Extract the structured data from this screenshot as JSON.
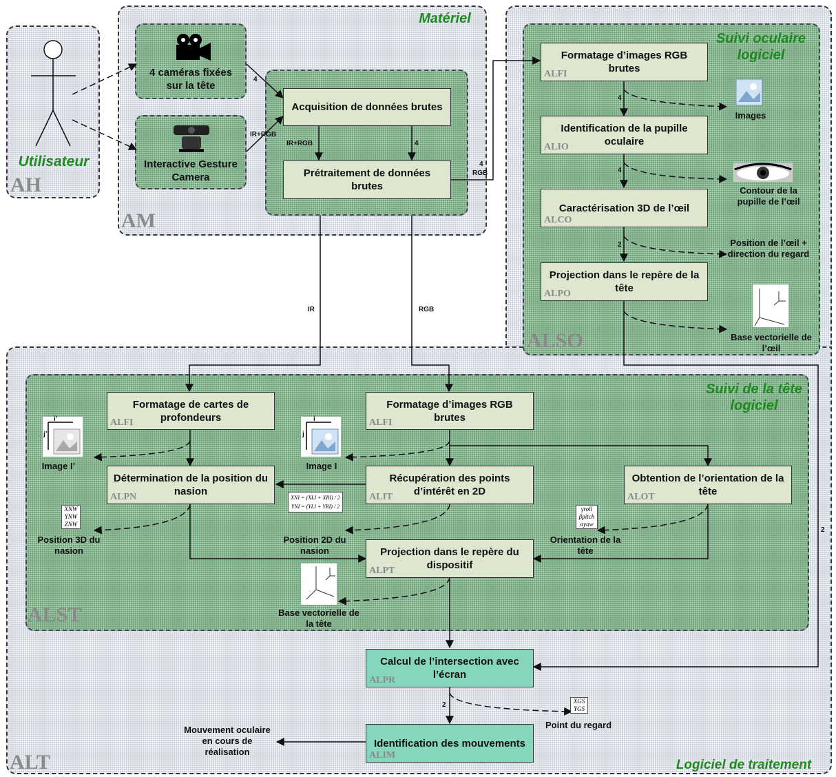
{
  "regions": {
    "ah": "AH",
    "am": "AM",
    "also": "ALSO",
    "alt": "ALT",
    "alst": "ALST"
  },
  "titles": {
    "materiel": "Matériel",
    "suivi_oculaire": "Suivi oculaire logiciel",
    "suivi_tete": "Suivi de la tête logiciel",
    "logiciel_traitement": "Logiciel de traitement",
    "utilisateur": "Utilisateur"
  },
  "boxes": {
    "cameras": "4 caméras fixées sur la tête",
    "gesture": "Interactive Gesture Camera",
    "acquisition": "Acquisition de données brutes",
    "pretraitement": "Prétraitement de données brutes",
    "so_formatage": "Formatage d’images RGB brutes",
    "so_identification": "Identification de la pupille oculaire",
    "so_caracterisation": "Caractérisation 3D de l’œil",
    "so_projection": "Projection dans le repère de la tête",
    "st_cartes": "Formatage de cartes de profondeurs",
    "st_rgb": "Formatage d’images RGB brutes",
    "st_nasion": "Détermination de la position du nasion",
    "st_points": "Récupération des points d’intérêt en 2D",
    "st_orientation": "Obtention de l’orientation de la tête",
    "st_projection": "Projection dans le repère du dispositif",
    "intersection": "Calcul de l’intersection avec l’écran",
    "mouvements": "Identification des mouvements"
  },
  "codes": {
    "so_formatage": "ALFI",
    "so_identification": "ALIO",
    "so_caracterisation": "ALCO",
    "so_projection": "ALPO",
    "st_cartes": "ALFI",
    "st_rgb": "ALFI",
    "st_nasion": "ALPN",
    "st_points": "ALIT",
    "st_orientation": "ALOT",
    "st_projection": "ALPT",
    "intersection": "ALPR",
    "mouvements": "ALIM"
  },
  "outputs": {
    "images": "Images",
    "contour": "Contour de la pupille de l’œil",
    "position_oeil": "Position de l’œil + direction du regard",
    "base_oeil": "Base vectorielle de l’œil",
    "image_prime": "Image I’",
    "image_i": "Image I",
    "pos3d": "Position 3D du nasion",
    "pos2d": "Position 2D du nasion",
    "orientation": "Orientation de la tête",
    "base_tete": "Base vectorielle de la tête",
    "point_regard": "Point du regard",
    "mouvement_oculaire": "Mouvement oculaire en cours de réalisation"
  },
  "edge_labels": {
    "four_a": "4",
    "irrgb_a": "IR+RGB",
    "irrgb_b": "IR+RGB",
    "four_b": "4",
    "four_rgb_n": "4",
    "four_rgb_t": "RGB",
    "ir": "IR",
    "rgb": "RGB",
    "so_1": "4",
    "so_2": "4",
    "so_3": "2",
    "two_right": "2",
    "two_bottom": "2"
  },
  "axis_labels": {
    "i_prime": "i’",
    "j_prime": "j’",
    "i": "i",
    "j": "j"
  },
  "formulas": {
    "xn": "X",
    "yn": "Y",
    "p3_x": "XNW",
    "p3_y": "YNW",
    "p3_z": "ZNW",
    "roll": "γroll",
    "pitch": "βpitch",
    "yaw": "αyaw",
    "xg": "XGS",
    "yg": "YGS",
    "f_x": "XNI = (XLI + XRI) / 2",
    "f_y": "YNI = (YLI + YRI) / 2"
  },
  "colors": {
    "title_green": "#1f8a1f",
    "inner_green": "#6fa57a",
    "outer_gray": "#ccd3dc",
    "teal_box": "#86d6bd"
  }
}
